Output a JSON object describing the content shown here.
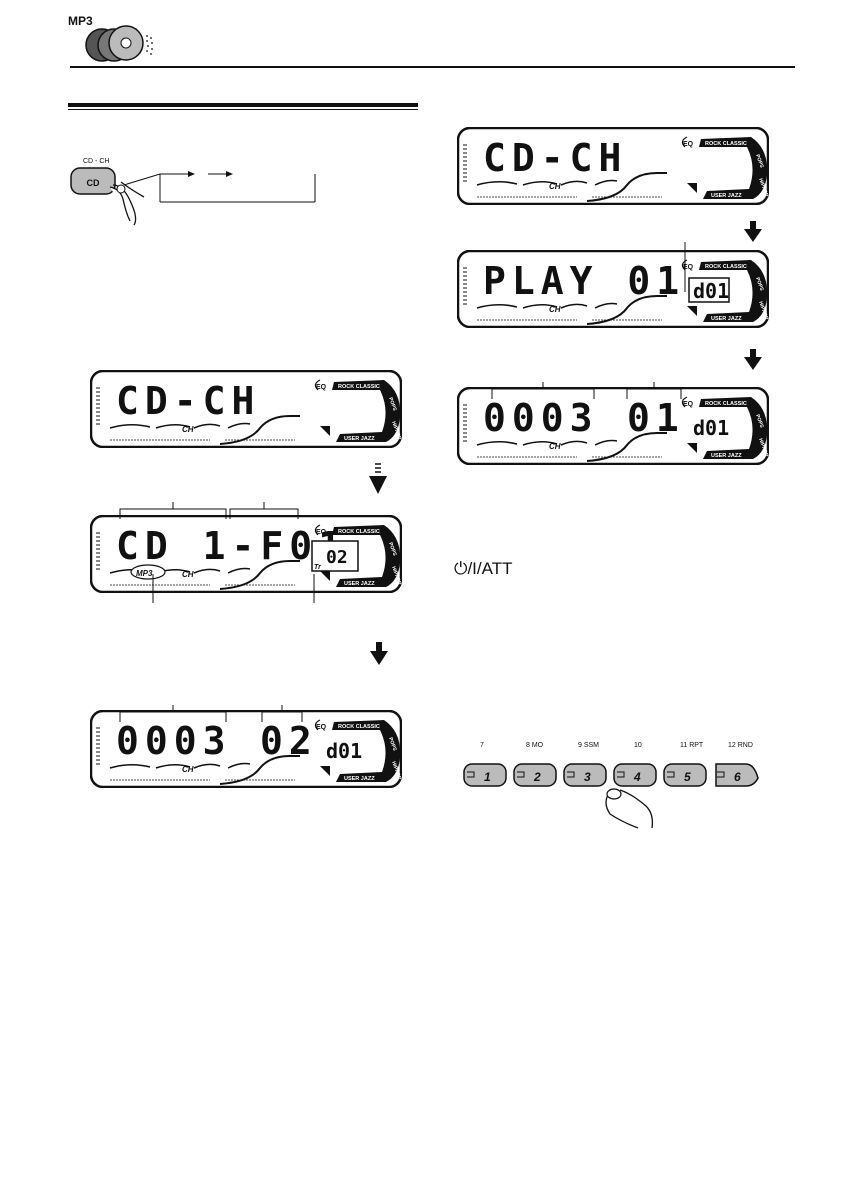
{
  "header": {
    "badge": "MP3"
  },
  "cd_button": {
    "top_label": "CD - CH",
    "label": "CD"
  },
  "displays": {
    "d1": {
      "main": "CD-CH"
    },
    "d2": {
      "main": "CD 1-F01",
      "small": "02",
      "tr": "Tr",
      "mp3": "MP3"
    },
    "d3": {
      "main": "0003",
      "track": "02",
      "disc": "d01"
    },
    "d4": {
      "main": "CD-CH"
    },
    "d5": {
      "main": "PLAY 01",
      "disc": "d01"
    },
    "d6": {
      "main": "0003",
      "track": "01",
      "disc": "d01"
    }
  },
  "eq_labels": {
    "eq": "EQ",
    "rock": "ROCK",
    "classic": "CLASSIC",
    "pops": "POPS",
    "user": "USER",
    "jazz": "JAZZ",
    "hiphop": "HIPHOP",
    "ch": "CH"
  },
  "att_label": "⏻/I/ATT",
  "preset_top": [
    "7",
    "8  MO",
    "9  SSM",
    "10",
    "11 RPT",
    "12 RND"
  ],
  "preset_buttons": [
    "1",
    "2",
    "3",
    "4",
    "5",
    "6"
  ]
}
